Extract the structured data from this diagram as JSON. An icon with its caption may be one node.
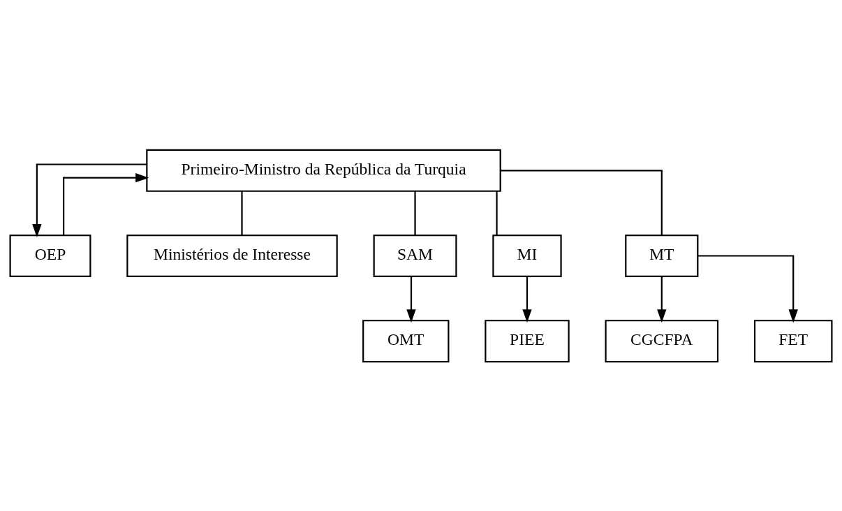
{
  "diagram": {
    "nodes": [
      {
        "text": [
          "Primeiro-Ministro da República da Turquia"
        ]
      },
      {
        "text": [
          "OEP"
        ]
      },
      {
        "text": [
          "Ministérios de Interesse"
        ]
      },
      {
        "text": [
          "SAM"
        ]
      },
      {
        "text": [
          "MI"
        ]
      },
      {
        "text": [
          "MT"
        ]
      },
      {
        "text": [
          "OMT"
        ]
      },
      {
        "text": [
          "PIEE"
        ]
      },
      {
        "text": [
          "CGCFPA"
        ]
      },
      {
        "text": [
          "FET"
        ]
      }
    ],
    "edges": [
      {
        "from": 0,
        "to": 1,
        "arrow": "to"
      },
      {
        "from": 1,
        "to": 0,
        "arrow": "to"
      },
      {
        "from": 0,
        "to": 2,
        "arrow": "none"
      },
      {
        "from": 0,
        "to": 3,
        "arrow": "none"
      },
      {
        "from": 0,
        "to": 4,
        "arrow": "none"
      },
      {
        "from": 0,
        "to": 5,
        "arrow": "none"
      },
      {
        "from": 3,
        "to": 6,
        "arrow": "to"
      },
      {
        "from": 4,
        "to": 7,
        "arrow": "to"
      },
      {
        "from": 5,
        "to": 8,
        "arrow": "to"
      },
      {
        "from": 5,
        "to": 9,
        "arrow": "to"
      }
    ]
  }
}
